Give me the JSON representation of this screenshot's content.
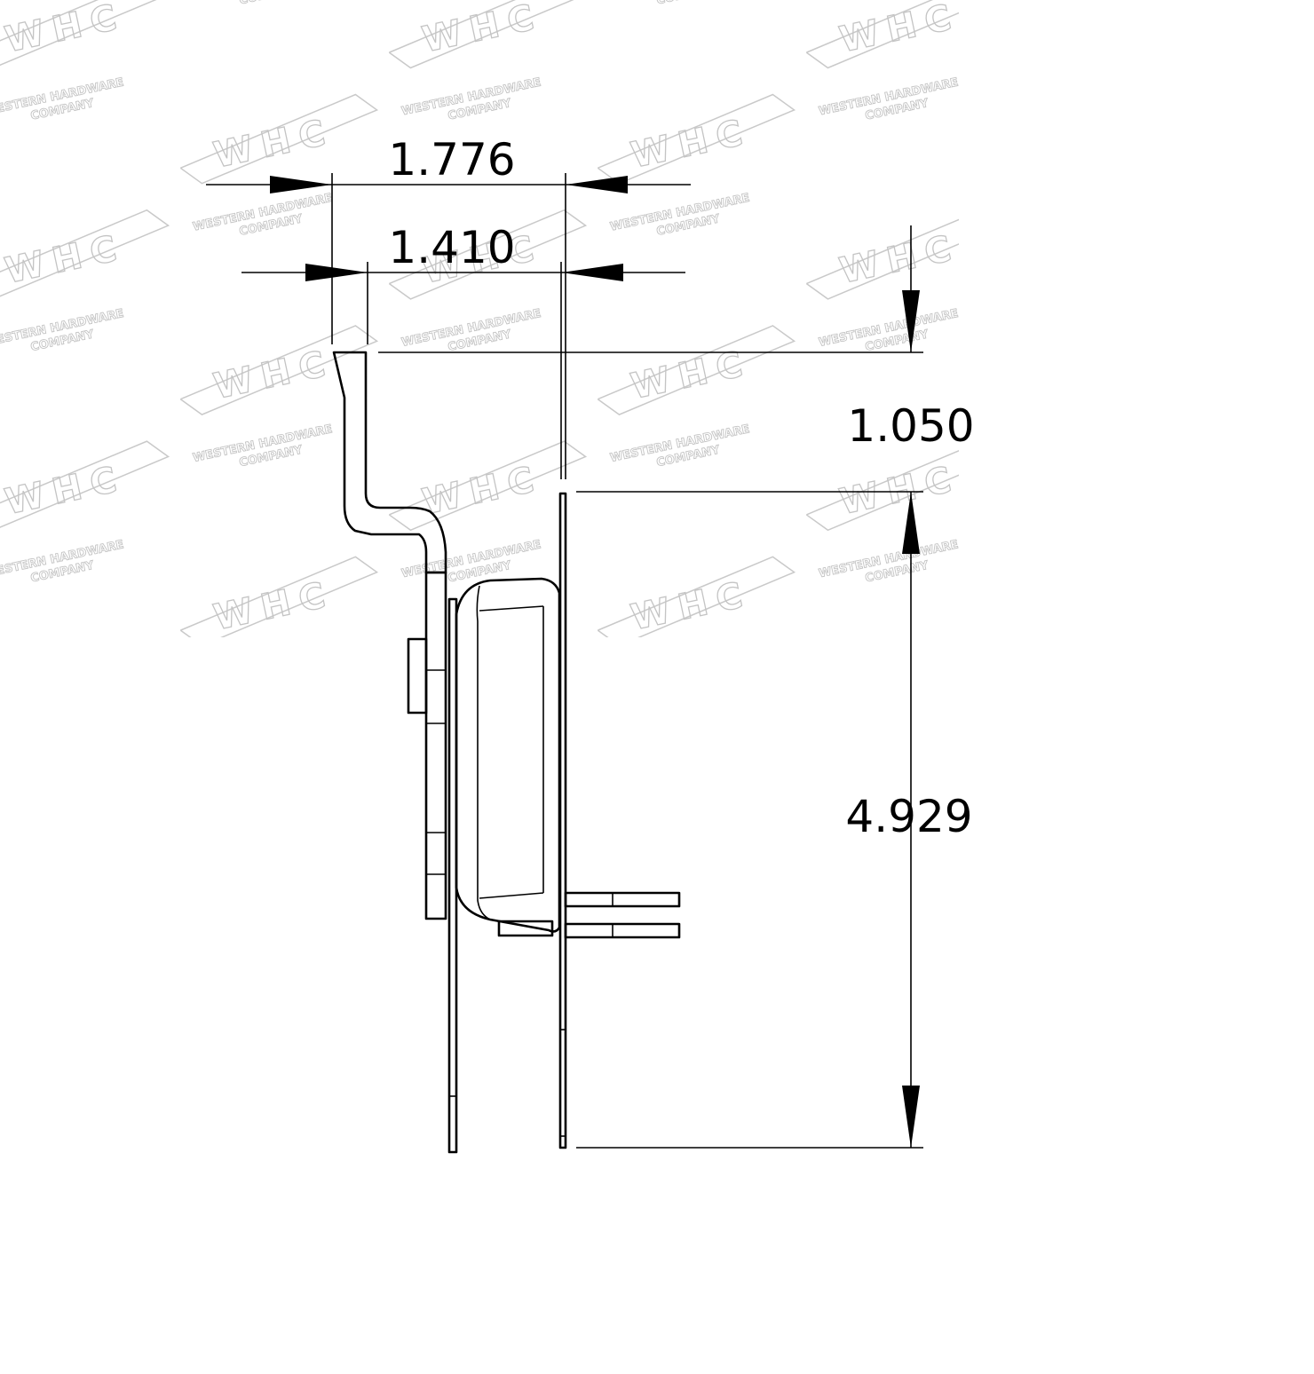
{
  "watermark": {
    "logo_text": "WHC",
    "line1": "WESTERN HARDWARE",
    "line2": "COMPANY"
  },
  "dimensions": {
    "overall_width": "1.776",
    "inner_width": "1.410",
    "upper_height": "1.050",
    "lower_height": "4.929"
  },
  "colors": {
    "line": "#000000",
    "watermark": "#c4c4c4",
    "background": "#ffffff"
  }
}
